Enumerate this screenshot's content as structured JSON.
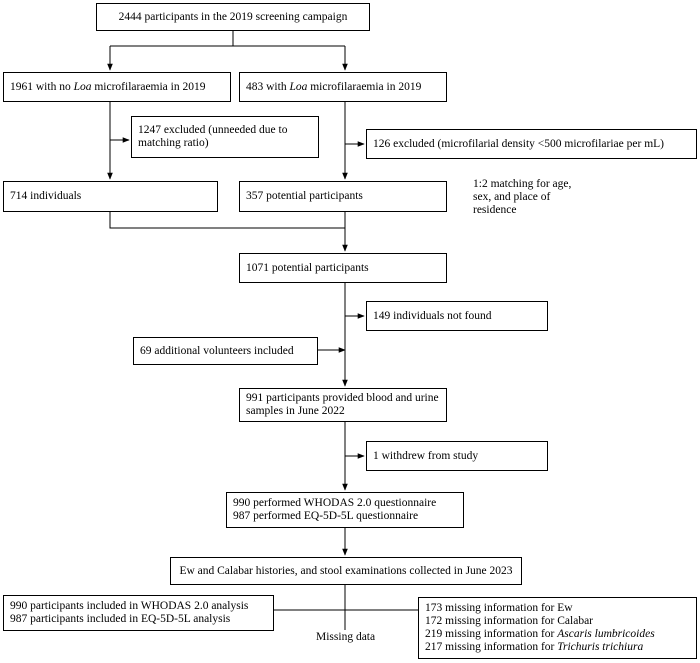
{
  "boxes": {
    "screening": "2444 participants in the 2019 screening campaign",
    "no_loa": {
      "pre": "1961 with no ",
      "em": "Loa",
      "post": " microfilaraemia in 2019"
    },
    "with_loa": {
      "pre": "483 with ",
      "em": "Loa",
      "post": " microfilaraemia in 2019"
    },
    "excluded_ratio": "1247 excluded (unneeded due to matching ratio)",
    "excluded_density": "126 excluded (microfilarial density <500 microfilariae per mL)",
    "individuals_714": "714 individuals",
    "potential_357": "357 potential participants",
    "matching_note": "1:2 matching for age, sex, and place of residence",
    "potential_1071": "1071 potential participants",
    "not_found": "149 individuals not found",
    "volunteers": "69 additional volunteers included",
    "provided_samples": "991 participants provided blood and urine samples in June 2022",
    "withdrew": "1 withdrew from study",
    "questionnaire_lines": [
      "990 performed WHODAS 2.0 questionnaire",
      "987 performed EQ-5D-5L questionnaire"
    ],
    "histories": "Ew and Calabar histories, and stool examinations collected in June 2023",
    "analysis_lines": [
      "990 participants included in WHODAS 2.0 analysis",
      "987 participants included in EQ-5D-5L analysis"
    ],
    "missing_label": "Missing data",
    "missing_lines": [
      {
        "pre": "173 missing information for Ew",
        "em": ""
      },
      {
        "pre": "172 missing information for Calabar",
        "em": ""
      },
      {
        "pre": "219 missing information for ",
        "em": "Ascaris lumbricoides"
      },
      {
        "pre": "217 missing information for ",
        "em": "Trichuris trichiura"
      }
    ]
  }
}
